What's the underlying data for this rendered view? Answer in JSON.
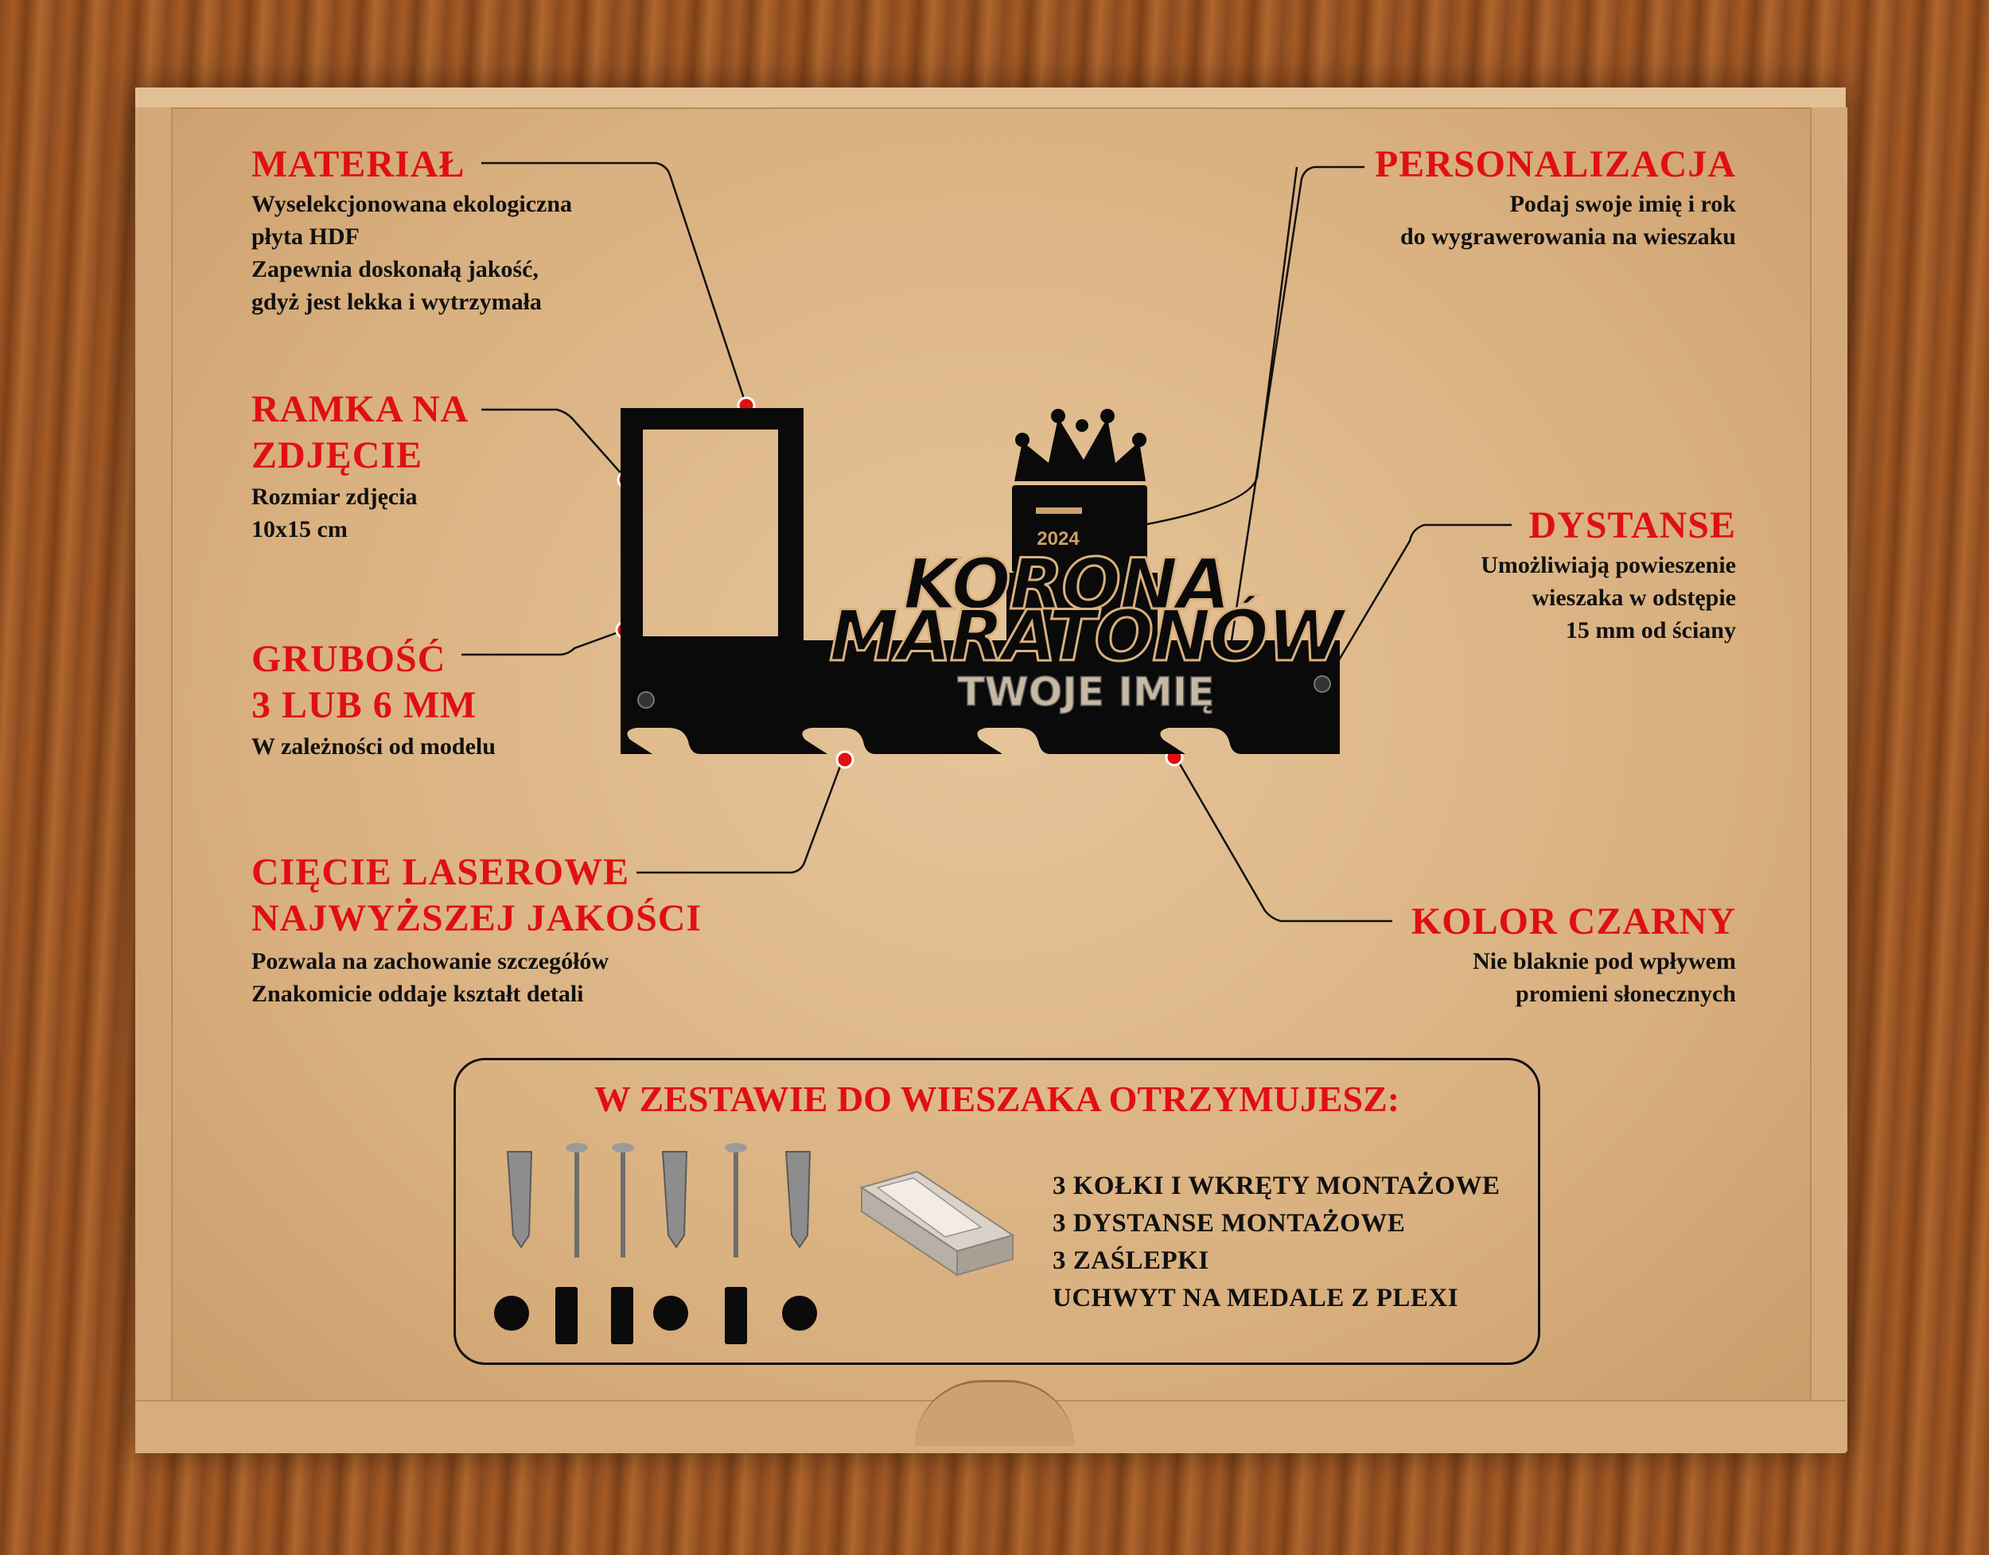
{
  "callouts": {
    "material": {
      "heading": "MATERIAŁ",
      "lines": [
        "Wyselekcjonowana ekologiczna",
        "płyta HDF",
        "Zapewnia doskonałą jakość,",
        "gdyż jest lekka i wytrzymała"
      ]
    },
    "ramka": {
      "heading_lines": [
        "RAMKA NA",
        "ZDJĘCIE"
      ],
      "lines": [
        "Rozmiar zdjęcia",
        "10x15 cm"
      ]
    },
    "grubosc": {
      "heading_lines": [
        "GRUBOŚĆ",
        "3 LUB 6 MM"
      ],
      "lines": [
        "W zależności od modelu"
      ]
    },
    "ciecie": {
      "heading_lines": [
        "CIĘCIE LASEROWE",
        "NAJWYŻSZEJ JAKOŚCI"
      ],
      "lines": [
        "Pozwala na zachowanie szczegółów",
        "Znakomicie oddaje kształt detali"
      ]
    },
    "personalizacja": {
      "heading": "PERSONALIZACJA",
      "lines": [
        "Podaj swoje imię i rok",
        "do wygrawerowania na wieszaku"
      ]
    },
    "dystanse": {
      "heading": "DYSTANSE",
      "lines": [
        "Umożliwiają powieszenie",
        "wieszaka w odstępie",
        "15 mm od ściany"
      ]
    },
    "kolor": {
      "heading": "KOLOR CZARNY",
      "lines": [
        "Nie blaknie pod wpływem",
        "promieni słonecznych"
      ]
    }
  },
  "product": {
    "year": "2024",
    "line1": "KORONA",
    "line2": "MARATONÓW",
    "name": "TWOJE IMIĘ"
  },
  "kit": {
    "title": "W ZESTAWIE DO WIESZAKA OTRZYMUJESZ:",
    "items": [
      "3 KOŁKI I WKRĘTY MONTAŻOWE",
      "3 DYSTANSE MONTAŻOWE",
      "3 ZAŚLEPKI",
      "UCHWYT NA MEDALE Z PLEXI"
    ]
  },
  "colors": {
    "accent_red": "#e01010",
    "text_dark": "#111111",
    "cardboard": "#dcb381",
    "product_black": "#0a0a0a"
  }
}
